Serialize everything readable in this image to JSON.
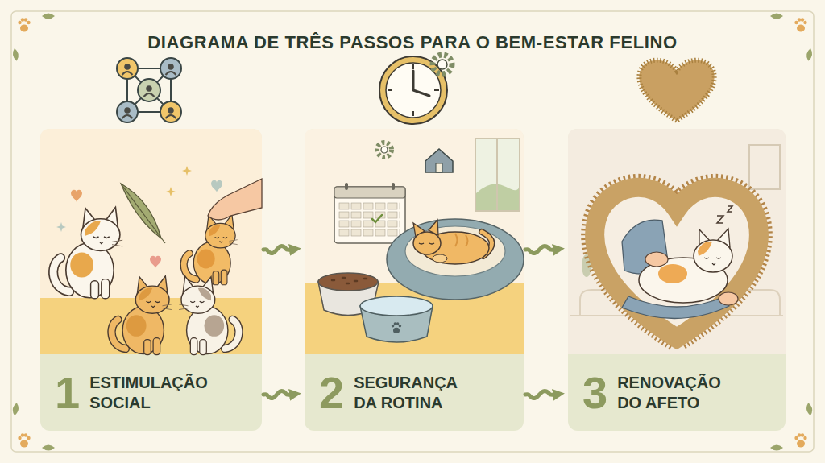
{
  "diagram": {
    "title": "DIAGRAMA DE TRÊS PASSOS PARA O BEM-ESTAR FELINO",
    "nodes": [
      {
        "text": [
          "1",
          "ESTIMULAÇÃO SOCIAL"
        ]
      },
      {
        "text": [
          "2",
          "SEGURANÇA DA ROTINA"
        ]
      },
      {
        "text": [
          "3",
          "RENOVAÇÃO DO AFETO"
        ]
      }
    ],
    "edges": [
      {
        "from": 0,
        "to": 1,
        "arrow": "to"
      },
      {
        "from": 0,
        "to": 1,
        "arrow": "to"
      },
      {
        "from": 1,
        "to": 2,
        "arrow": "to"
      },
      {
        "from": 1,
        "to": 2,
        "arrow": "to"
      }
    ]
  }
}
